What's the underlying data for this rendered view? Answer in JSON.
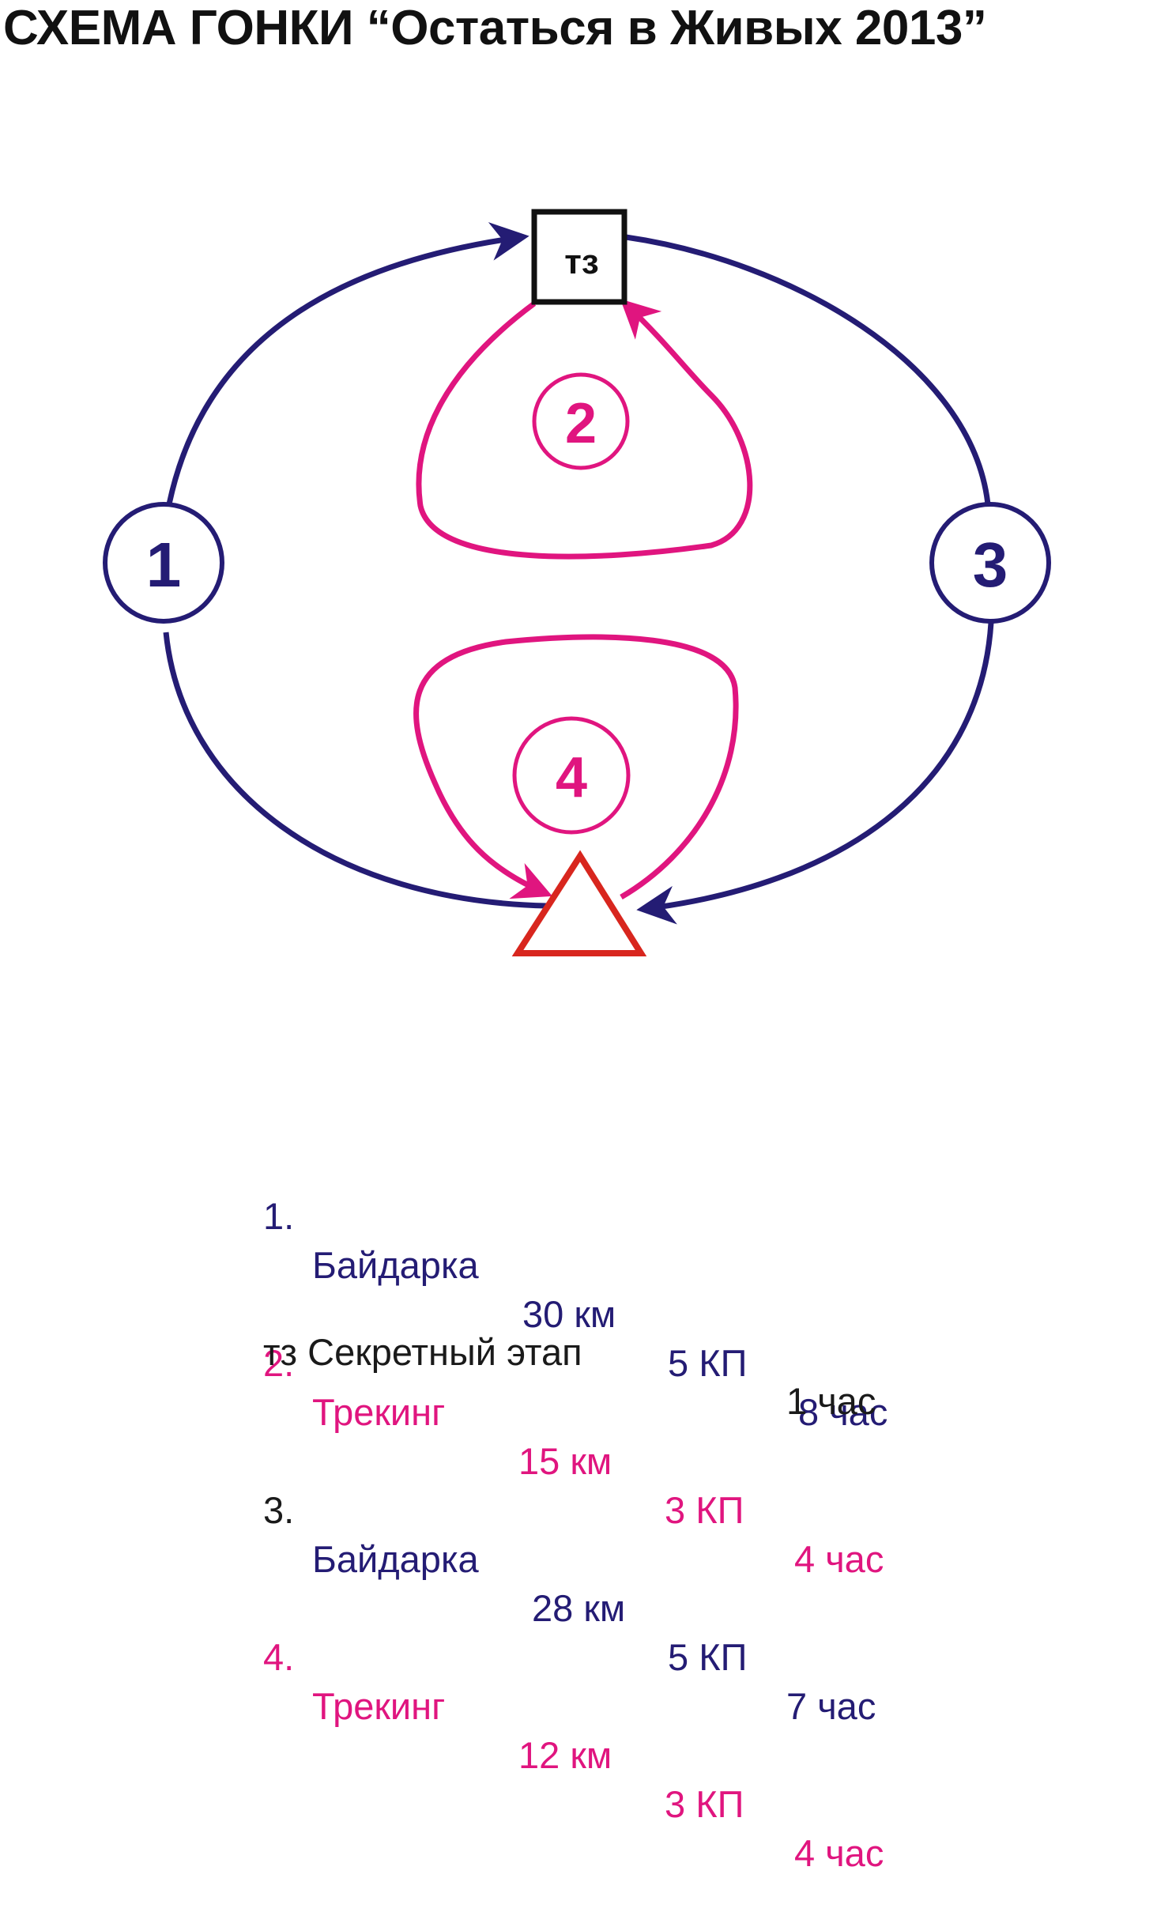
{
  "title": "СХЕМА ГОНКИ “Остаться в Живых 2013”",
  "colors": {
    "navy": "#241c74",
    "magenta": "#e0157f",
    "red": "#d8261e",
    "black": "#111111"
  },
  "nodes": {
    "tz": "тз",
    "stage1": "1",
    "stage2": "2",
    "stage3": "3",
    "stage4": "4"
  },
  "legend": [
    {
      "num": "1.",
      "name": "Байдарка",
      "km": "30 км",
      "cp": "5 КП",
      "hours": "8 час",
      "color": "#241c74",
      "num_color": "#241c74"
    },
    {
      "num": "2.",
      "name": "Трекинг",
      "km": "15 км",
      "cp": "3 КП",
      "hours": "4 час",
      "color": "#e0157f",
      "num_color": "#e0157f"
    },
    {
      "num": "3.",
      "name": "Байдарка",
      "km": "28 км",
      "cp": "5 КП",
      "hours": "7 час",
      "color": "#241c74",
      "num_color": "#1a1a1a"
    },
    {
      "num": "4.",
      "name": "Трекинг",
      "km": "12 км",
      "cp": "3 КП",
      "hours": "4 час",
      "color": "#e0157f",
      "num_color": "#e0157f"
    }
  ],
  "secret_stage": {
    "label": "тз Секретный этап",
    "hours": "1 час"
  }
}
